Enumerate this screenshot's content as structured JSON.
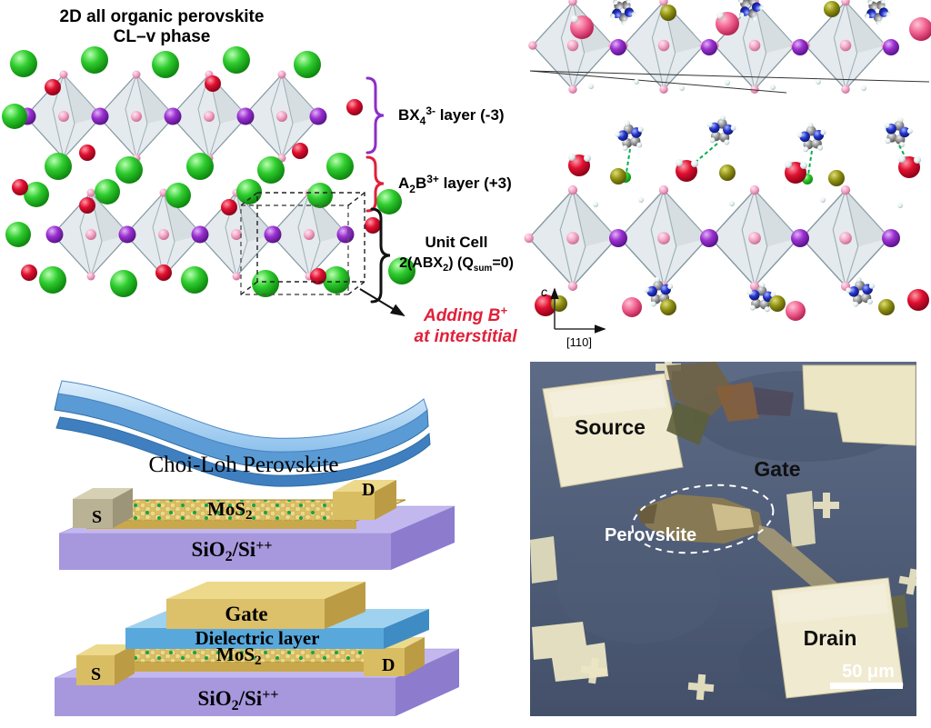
{
  "panel_crystal_left": {
    "title_line1": "2D all organic perovskite",
    "title_line2": "CL–v phase",
    "bx_layer": {
      "base": "BX",
      "sub": "4",
      "sup": "3-",
      "rest": " layer (-3)"
    },
    "ab_layer": {
      "p1": "A",
      "sub": "2",
      "p2": "B",
      "sup": "3+",
      "rest": " layer (+3)"
    },
    "unit_cell": {
      "line1": "Unit Cell",
      "p1": "2(ABX",
      "sub1": "2",
      "p2": ") (Q",
      "sub2": "sum",
      "p3": "=0)"
    },
    "adding": {
      "p1": "Adding B",
      "sup": "+",
      "line2": "at interstitial"
    }
  },
  "panel_crystal_right": {
    "axis_c": "c",
    "axis_dir": "[110]"
  },
  "panel_devices": {
    "flake_label": "Choi-Loh Perovskite",
    "device1": {
      "source": "S",
      "drain": "D",
      "channel_base": "MoS",
      "channel_sub": "2",
      "substrate": {
        "p1": "SiO",
        "sub": "2",
        "p2": "/Si",
        "sup": "++"
      }
    },
    "device2": {
      "gate": "Gate",
      "dielectric": "Dielectric layer",
      "source": "S",
      "drain": "D",
      "channel_base": "MoS",
      "channel_sub": "2",
      "substrate": {
        "p1": "SiO",
        "sub": "2",
        "p2": "/Si",
        "sup": "++"
      }
    }
  },
  "panel_micrograph": {
    "source": "Source",
    "gate": "Gate",
    "perovskite": "Perovskite",
    "drain": "Drain",
    "scale_bar": "50 μm"
  },
  "colors": {
    "green_sphere": "#2ecc2e",
    "red_sphere": "#e01030",
    "purple_sphere": "#9a30d0",
    "pink_atom": "#f3a8c8",
    "olive_sphere": "#8f8f12",
    "blue_nitrogen": "#2233cc",
    "gray_carbon": "#9a9a9a",
    "brace_bx": "#8B2FC9",
    "brace_ab": "#E0203A",
    "annotation_red": "#E0203A",
    "perovskite_flake_blue": "#5b9bd5",
    "substrate_purple": "#a797dd",
    "electrode_gold": "#d9bd62",
    "dielectric_blue": "#58a8dc",
    "micrograph_bg": "#4f5b74",
    "pad_cream": "#f0ead0"
  }
}
